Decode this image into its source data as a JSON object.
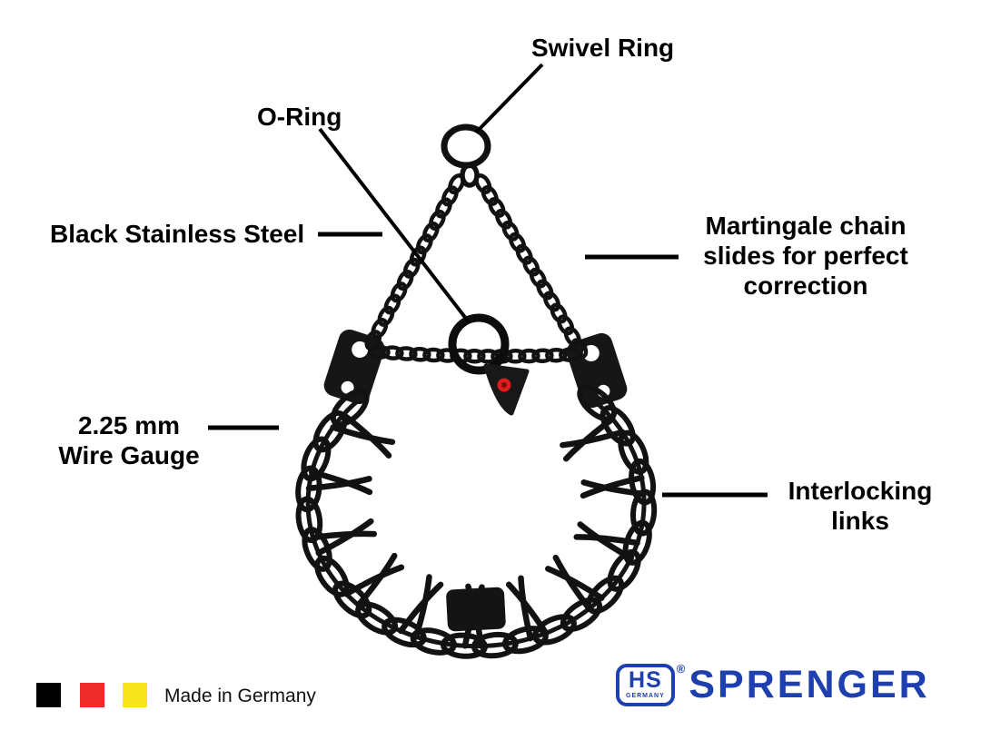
{
  "callouts": {
    "swivel_ring": "Swivel Ring",
    "o_ring": "O-Ring",
    "black_stainless_steel": "Black Stainless Steel",
    "martingale": "Martingale chain slides for perfect correction",
    "wire_gauge": "2.25 mm Wire Gauge",
    "interlocking_links": "Interlocking links"
  },
  "footer": {
    "made_in": "Made in Germany",
    "flag": {
      "black": "#000000",
      "red": "#ee2a2a",
      "yellow": "#f7e41c"
    },
    "brand": {
      "monogram": "HS",
      "country": "GERMANY",
      "registered": "®",
      "wordmark": "SPRENGER",
      "blue": "#1e3fae"
    }
  },
  "art": {
    "collar_color": "#121212",
    "o_ring_color": "#0c0c0c",
    "tag_dot_color": "#e01b1b"
  }
}
